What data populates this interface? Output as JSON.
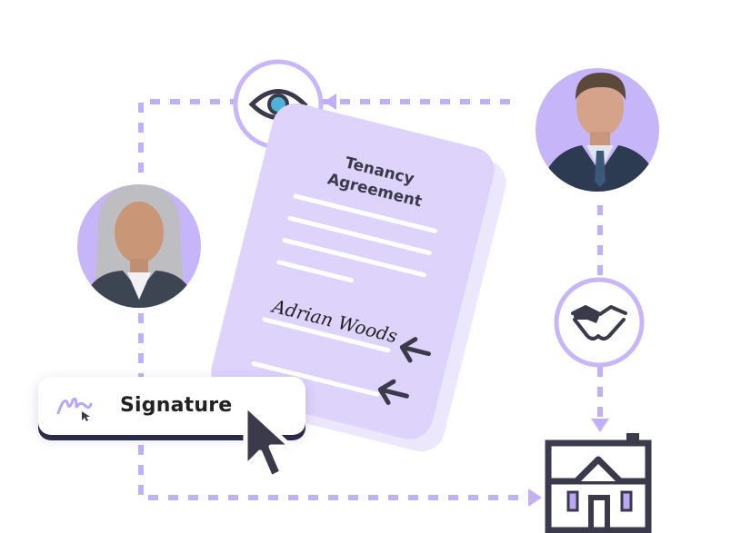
{
  "document": {
    "title_line1": "Tenancy",
    "title_line2": "Agreement",
    "signature_text": "Adrian Woods"
  },
  "signature_field": {
    "label": "Signature"
  },
  "icons": {
    "view": "eye-icon",
    "agreement": "handshake-icon",
    "property": "house-icon",
    "cursor": "pointer-cursor-icon",
    "signature": "signature-scribble-icon"
  },
  "people": {
    "signer": "woman-avatar",
    "landlord": "man-avatar"
  },
  "colors": {
    "accent": "#b9a7f5",
    "dashed_path": "#c2b0f7",
    "document_face": "#ddd3fb",
    "document_back": "#ede7fd",
    "dark": "#3a3a4a"
  }
}
